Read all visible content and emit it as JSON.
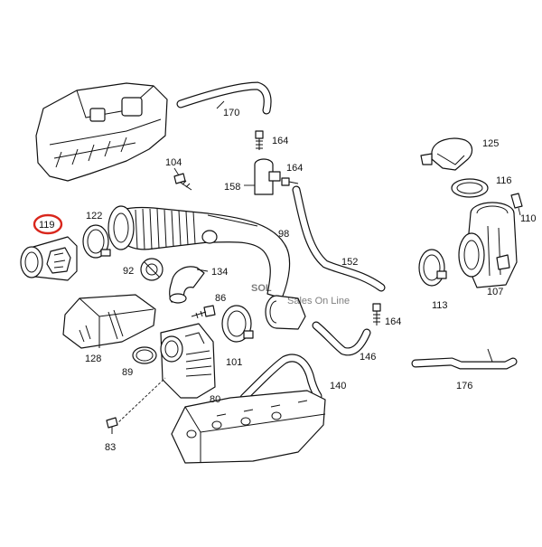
{
  "callouts": {
    "c170": "170",
    "c164a": "164",
    "c164b": "164",
    "c164c": "164",
    "c104": "104",
    "c158": "158",
    "c122": "122",
    "c119": "119",
    "c98": "98",
    "c92": "92",
    "c134": "134",
    "c152": "152",
    "c86": "86",
    "c128": "128",
    "c89": "89",
    "c101": "101",
    "c146": "146",
    "c140": "140",
    "c80": "80",
    "c83": "83",
    "c125": "125",
    "c116": "116",
    "c110": "110",
    "c113": "113",
    "c107": "107",
    "c176": "176"
  },
  "highlight": {
    "color": "#d9261c"
  },
  "watermark": {
    "logo": "SOL",
    "tagline": "Sales On Line",
    "color": "#7f86b8"
  }
}
